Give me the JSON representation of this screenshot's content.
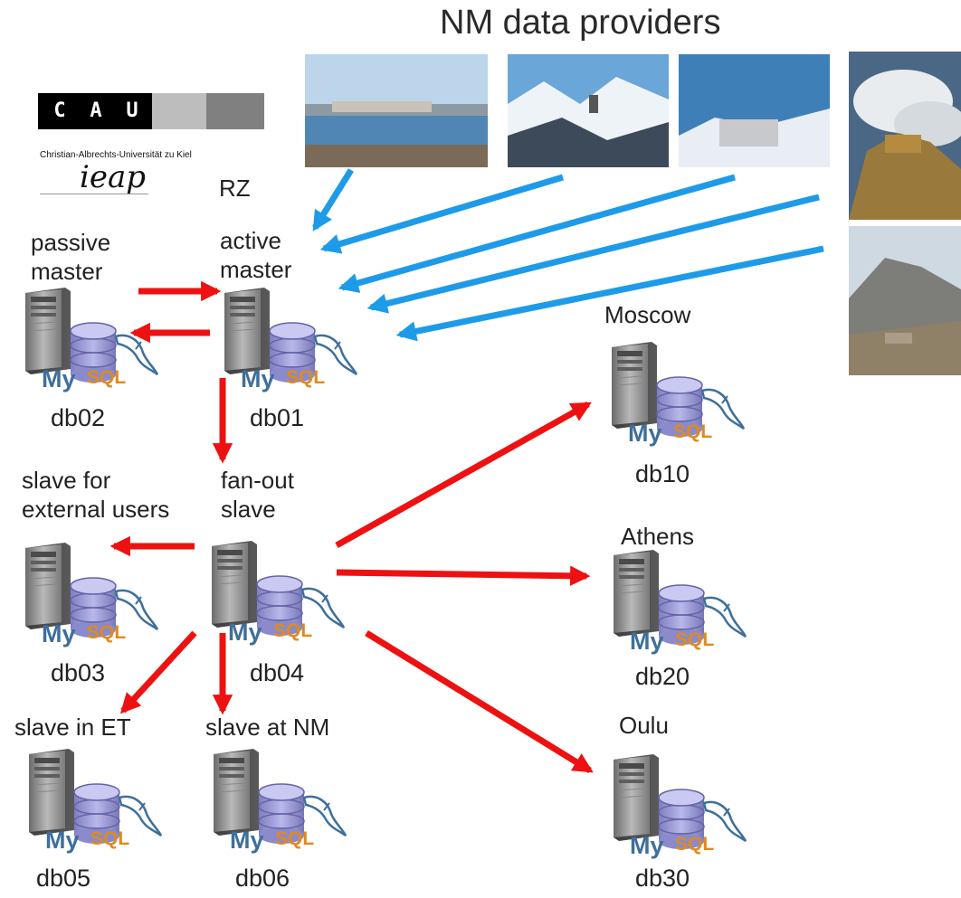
{
  "title": "NM data providers",
  "logo": {
    "letters": [
      "C",
      "A",
      "U"
    ],
    "university": "Christian-Albrechts-Universität zu Kiel",
    "institute": "ieap",
    "department": "RZ"
  },
  "roles": {
    "passive_master": [
      "passive",
      "master"
    ],
    "active_master": [
      "active",
      "master"
    ],
    "external": [
      "slave for",
      "external users"
    ],
    "fanout": [
      "fan-out",
      "slave"
    ],
    "slave_et": "slave in ET",
    "slave_nm": "slave at NM",
    "moscow": "Moscow",
    "athens": "Athens",
    "oulu": "Oulu"
  },
  "servers": {
    "db01": "db01",
    "db02": "db02",
    "db03": "db03",
    "db04": "db04",
    "db05": "db05",
    "db06": "db06",
    "db10": "db10",
    "db20": "db20",
    "db30": "db30"
  },
  "mysql_logo": {
    "my": "My",
    "sql": "SQL"
  },
  "colors": {
    "replication_arrow": "#ee1111",
    "data_arrow": "#1e9be8",
    "mysql_blue": "#3e6f9c",
    "mysql_orange": "#e08a1c"
  },
  "icons": [
    "server-icon",
    "database-icon",
    "dolphin-icon",
    "arrow-icon"
  ]
}
